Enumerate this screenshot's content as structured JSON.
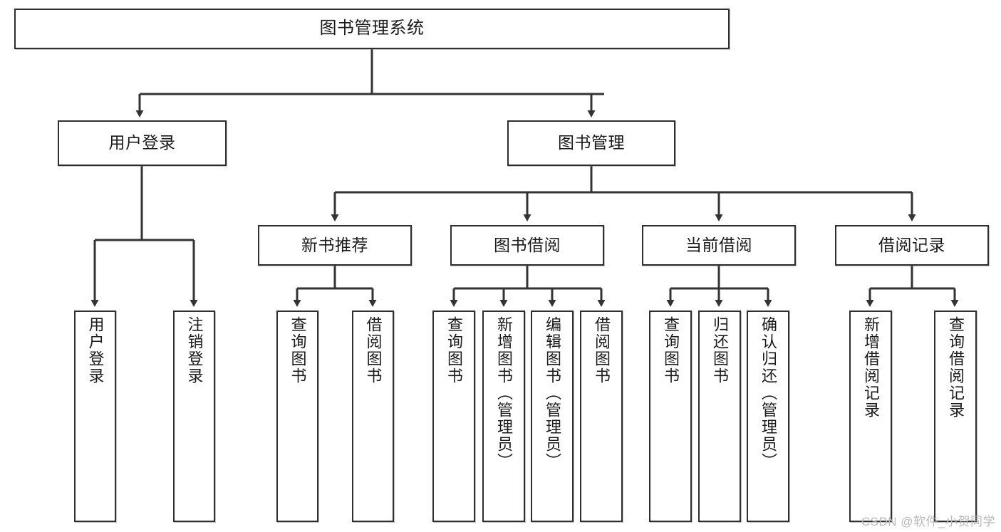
{
  "diagram": {
    "title": "图书管理系统",
    "type": "tree-hierarchy",
    "colors": {
      "box_border": "#2f2f2f",
      "box_fill": "#ffffff",
      "edge": "#333333",
      "text": "#1b1b1b",
      "watermark": "#b9b9b9"
    },
    "root": {
      "label": "图书管理系统"
    },
    "level2": [
      {
        "label": "用户登录"
      },
      {
        "label": "图书管理"
      }
    ],
    "level3": [
      {
        "label": "新书推荐"
      },
      {
        "label": "图书借阅"
      },
      {
        "label": "当前借阅"
      },
      {
        "label": "借阅记录"
      }
    ],
    "leaves": {
      "user_login": [
        {
          "label": "用户登录"
        },
        {
          "label": "注销登录"
        }
      ],
      "new_book_recommend": [
        {
          "label": "查询图书"
        },
        {
          "label": "借阅图书"
        }
      ],
      "book_borrow": [
        {
          "label": "查询图书"
        },
        {
          "label": "新增图书（管理员）"
        },
        {
          "label": "编辑图书（管理员）"
        },
        {
          "label": "借阅图书"
        }
      ],
      "current_borrow": [
        {
          "label": "查询图书"
        },
        {
          "label": "归还图书"
        },
        {
          "label": "确认归还（管理员）"
        }
      ],
      "borrow_records": [
        {
          "label": "新增借阅记录"
        },
        {
          "label": "查询借阅记录"
        }
      ]
    }
  },
  "watermark": {
    "text": "CSDN @软件_小贺同学"
  }
}
